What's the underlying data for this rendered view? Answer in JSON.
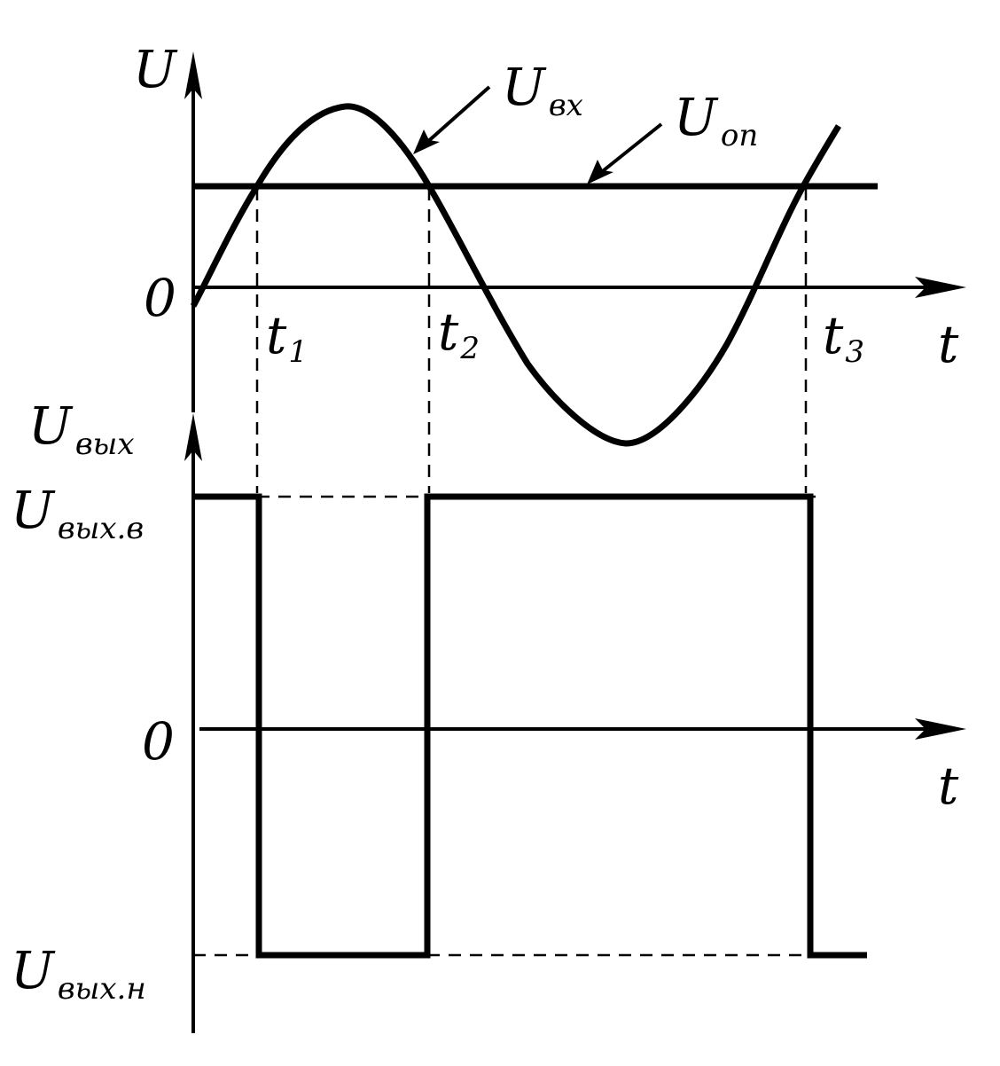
{
  "top_plot": {
    "y_axis": {
      "letter": "U"
    },
    "origin": "0",
    "x_axis": "t",
    "input_signal": {
      "letter": "U",
      "subscript": "вх"
    },
    "reference": {
      "letter": "U",
      "subscript": "оп"
    },
    "time_marks": [
      {
        "letter": "t",
        "subscript": "1"
      },
      {
        "letter": "t",
        "subscript": "2"
      },
      {
        "letter": "t",
        "subscript": "3"
      }
    ]
  },
  "bottom_plot": {
    "y_axis": {
      "letter": "U",
      "subscript": "вых"
    },
    "origin": "0",
    "x_axis": "t",
    "level_high": {
      "letter": "U",
      "subscript": "вых.в"
    },
    "level_low": {
      "letter": "U",
      "subscript": "вых.н"
    }
  }
}
